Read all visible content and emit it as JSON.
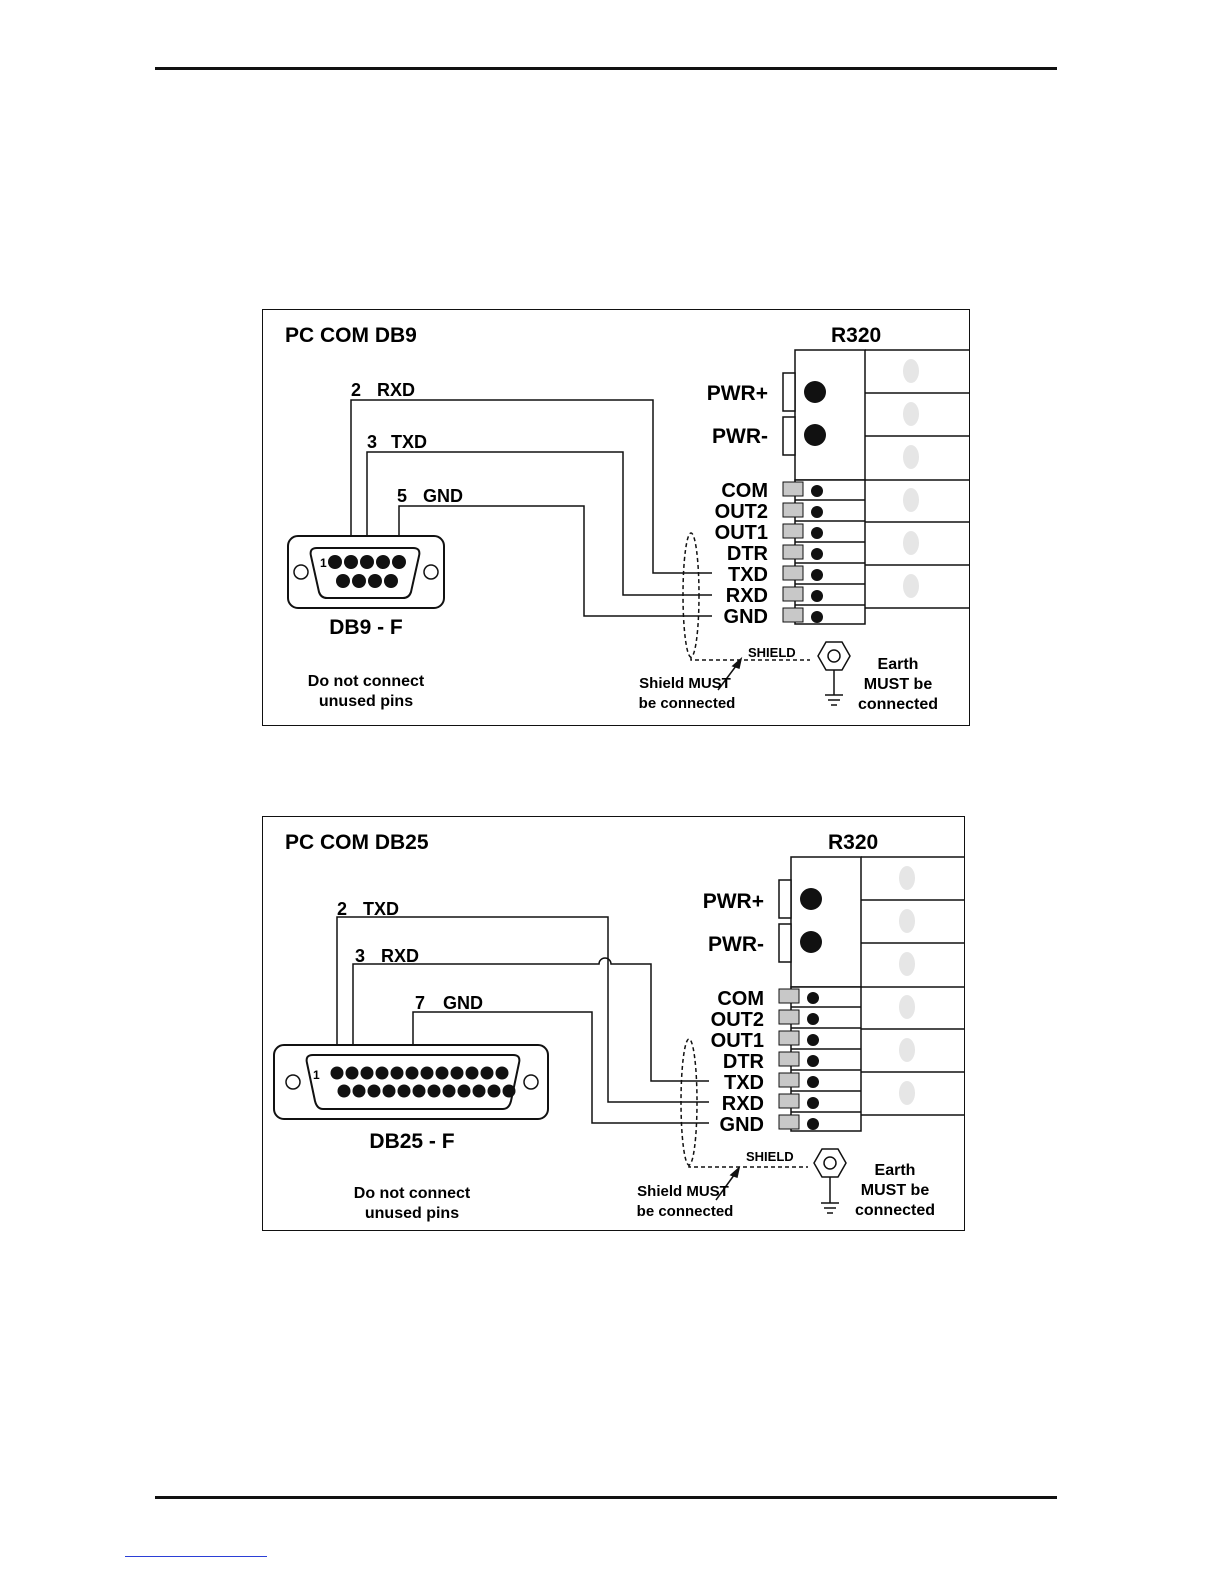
{
  "diagrams": [
    {
      "title": "PC COM DB9",
      "device": "R320",
      "wires": [
        {
          "pin": "2",
          "signal": "RXD"
        },
        {
          "pin": "3",
          "signal": "TXD"
        },
        {
          "pin": "5",
          "signal": "GND"
        }
      ],
      "connector_label": "DB9 - F",
      "pin1_marker": "1",
      "note_line1": "Do not connect",
      "note_line2": "unused pins",
      "terminals": [
        "PWR+",
        "PWR-",
        "COM",
        "OUT2",
        "OUT1",
        "DTR",
        "TXD",
        "RXD",
        "GND"
      ],
      "shield_label": "SHIELD",
      "shield_note_line1": "Shield MUST",
      "shield_note_line2": "be connected",
      "earth_note_line1": "Earth",
      "earth_note_line2": "MUST be",
      "earth_note_line3": "connected"
    },
    {
      "title": "PC COM DB25",
      "device": "R320",
      "wires": [
        {
          "pin": "2",
          "signal": "TXD"
        },
        {
          "pin": "3",
          "signal": "RXD"
        },
        {
          "pin": "7",
          "signal": "GND"
        }
      ],
      "connector_label": "DB25 - F",
      "pin1_marker": "1",
      "note_line1": "Do not connect",
      "note_line2": "unused pins",
      "terminals": [
        "PWR+",
        "PWR-",
        "COM",
        "OUT2",
        "OUT1",
        "DTR",
        "TXD",
        "RXD",
        "GND"
      ],
      "shield_label": "SHIELD",
      "shield_note_line1": "Shield MUST",
      "shield_note_line2": "be connected",
      "earth_note_line1": "Earth",
      "earth_note_line2": "MUST be",
      "earth_note_line3": "connected"
    }
  ],
  "colors": {
    "line": "#111111",
    "terminal_fill": "#c8c8c8",
    "block_fill": "#ffffff"
  }
}
